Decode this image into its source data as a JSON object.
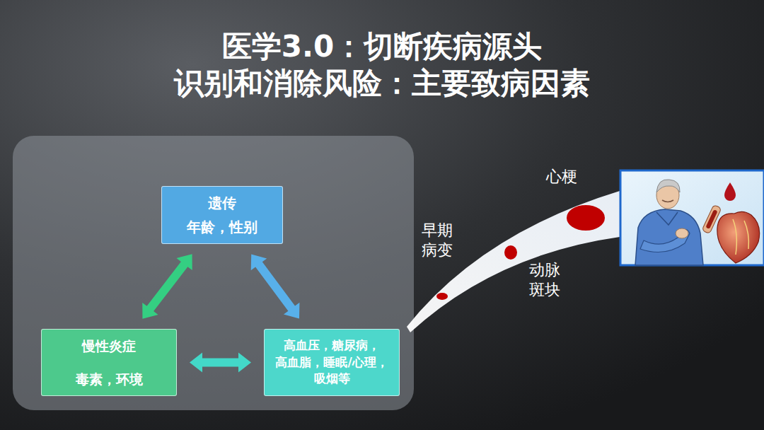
{
  "diagram": {
    "title": "医学3.0：切断疾病源头 识别和消除风险：主要致病因素",
    "nodes": [
      {
        "text": [
          "遗传",
          "年龄，性别"
        ]
      },
      {
        "text": [
          "慢性炎症",
          "毒素，环境"
        ]
      },
      {
        "text": [
          "高血压，糖尿病， 高血脂，睡眠/心理， 吸烟等"
        ]
      }
    ],
    "edges": [
      {
        "from": 0,
        "to": 1,
        "arrow": "both"
      },
      {
        "from": 0,
        "to": 2,
        "arrow": "both"
      },
      {
        "from": 1,
        "to": 2,
        "arrow": "both"
      }
    ],
    "labels": [
      "早期 病变",
      "动脉 斑块",
      "心梗"
    ]
  }
}
